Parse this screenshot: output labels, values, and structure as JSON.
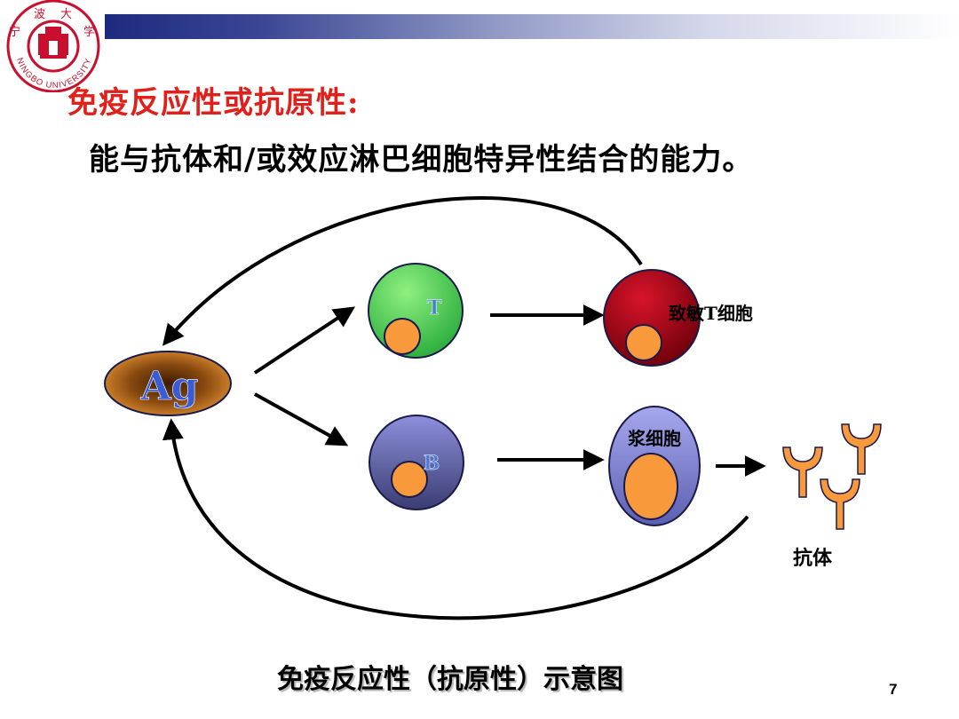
{
  "logo": {
    "chinese_text": "宁 波 大 学",
    "english_text": "NINGBO UNIVERSITY"
  },
  "title": "免疫反应性或抗原性:",
  "subtitle": "能与抗体和/或效应淋巴细胞特异性结合的能力。",
  "diagram": {
    "antigen_label": "Ag",
    "t_cell_label": "T",
    "b_cell_label": "B",
    "sensitized_t_label": "致敏T细胞",
    "plasma_cell_label": "浆细胞",
    "antibody_label": "抗体"
  },
  "caption": "免疫反应性（抗原性）示意图",
  "page_number": "7",
  "colors": {
    "title_red": "#e0201b",
    "t_cell_green": "#4fd15a",
    "sensitized_red": "#a3000f",
    "b_cell_blue": "#6f72b8",
    "plasma_blue": "#8d90dc",
    "nucleus_orange": "#f89a3c",
    "antigen_brown": "#b86a20",
    "label_blue": "#3a5bd6"
  }
}
